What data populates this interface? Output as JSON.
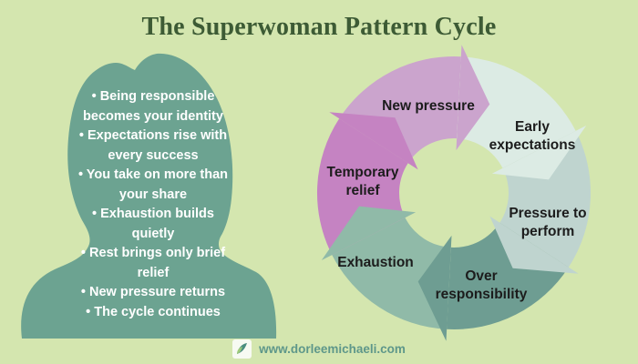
{
  "title": "The Superwoman Pattern Cycle",
  "silhouette": {
    "bullets": [
      "• Being responsible becomes your identity",
      "• Expectations rise with every success",
      "• You take on more than your share",
      "• Exhaustion builds quietly",
      "• Rest brings only brief relief",
      "• New pressure returns",
      "• The cycle continues"
    ]
  },
  "cycle": {
    "direction": "clockwise",
    "segments": [
      {
        "label": "New pressure",
        "color": "#cba4cd"
      },
      {
        "label": "Early expectations",
        "color": "#dcebe4"
      },
      {
        "label": "Pressure to perform",
        "color": "#bfd4cf"
      },
      {
        "label": "Over responsibility",
        "color": "#6e9d92"
      },
      {
        "label": "Exhaustion",
        "color": "#90baa8"
      },
      {
        "label": "Temporary relief",
        "color": "#c583c2"
      }
    ]
  },
  "footer": {
    "website": "www.dorleemichaeli.com",
    "icon": "leaf-logo-icon"
  },
  "colors": {
    "background": "#d4e6af",
    "title": "#3d5b35",
    "silhouette": "#6ca391",
    "bullet-text": "#ffffff",
    "label-text": "#1c1c1c",
    "footer-text": "#5e978a",
    "icon-bg": "#f7faf2",
    "leaf-dark": "#4a8d7f",
    "leaf-light": "#9cc97a"
  }
}
